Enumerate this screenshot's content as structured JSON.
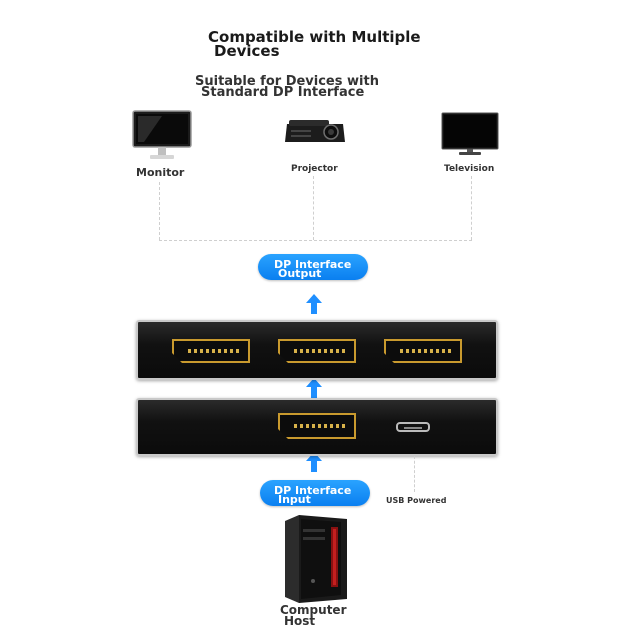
{
  "title": {
    "line1": "Compatible with Multiple",
    "line2": "Devices"
  },
  "subtitle": {
    "line1": "Suitable for Devices with",
    "line2": "Standard DP Interface"
  },
  "devices": [
    {
      "label": "Monitor",
      "icon": "monitor-icon"
    },
    {
      "label": "Projector",
      "icon": "projector-icon"
    },
    {
      "label": "Television",
      "icon": "television-icon"
    }
  ],
  "output_pill": {
    "line1": "DP Interface",
    "line2": "Output"
  },
  "input_pill": {
    "line1": "DP Interface",
    "line2": "Input"
  },
  "usb_label": "USB Powered",
  "host": {
    "line1": "Computer",
    "line2": "Host",
    "icon": "computer-tower-icon"
  },
  "colors": {
    "accent": "#1a8cff",
    "port_gold": "#c99a2e",
    "case_dark": "#111111"
  }
}
